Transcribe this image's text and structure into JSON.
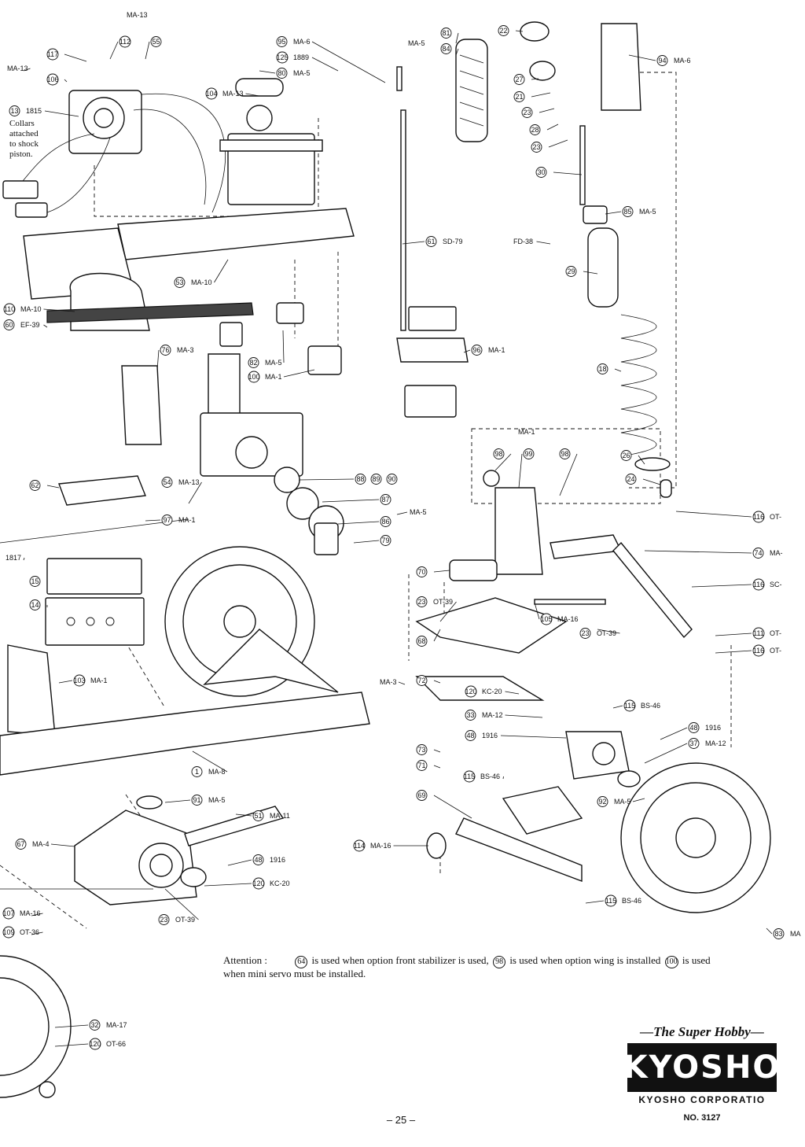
{
  "callouts": [
    {
      "id": "c-ma13-top",
      "num": "",
      "code": "MA-13"
    },
    {
      "id": "c-112",
      "num": "112",
      "code": ""
    },
    {
      "id": "c-55-top",
      "num": "55",
      "code": ""
    },
    {
      "id": "c-ma13-left",
      "num": "",
      "code": "MA-13"
    },
    {
      "id": "c-117",
      "num": "117",
      "code": ""
    },
    {
      "id": "c-106",
      "num": "106",
      "code": ""
    },
    {
      "id": "c-95",
      "num": "95",
      "code": "MA-6"
    },
    {
      "id": "c-125",
      "num": "125",
      "code": "1889"
    },
    {
      "id": "c-80",
      "num": "80",
      "code": "MA-5"
    },
    {
      "id": "c-104",
      "num": "104",
      "code": "MA-13"
    },
    {
      "id": "c-13",
      "num": "13",
      "code": "1815"
    },
    {
      "id": "c-ma5-shock",
      "num": "",
      "code": "MA-5"
    },
    {
      "id": "c-81",
      "num": "81",
      "code": ""
    },
    {
      "id": "c-84",
      "num": "84",
      "code": ""
    },
    {
      "id": "c-22",
      "num": "22",
      "code": ""
    },
    {
      "id": "c-94",
      "num": "94",
      "code": "MA-6"
    },
    {
      "id": "c-27",
      "num": "27",
      "code": ""
    },
    {
      "id": "c-21",
      "num": "21",
      "code": ""
    },
    {
      "id": "c-23a",
      "num": "23",
      "code": ""
    },
    {
      "id": "c-28",
      "num": "28",
      "code": ""
    },
    {
      "id": "c-23b",
      "num": "23",
      "code": ""
    },
    {
      "id": "c-30",
      "num": "30",
      "code": ""
    },
    {
      "id": "c-85",
      "num": "85",
      "code": "MA-5"
    },
    {
      "id": "c-61",
      "num": "61",
      "code": "SD-79"
    },
    {
      "id": "c-fd38",
      "num": "",
      "code": "FD-38"
    },
    {
      "id": "c-29",
      "num": "29",
      "code": ""
    },
    {
      "id": "c-53",
      "num": "53",
      "code": "MA-10"
    },
    {
      "id": "c-110",
      "num": "110",
      "code": "MA-10"
    },
    {
      "id": "c-60",
      "num": "60",
      "code": "EF-39"
    },
    {
      "id": "c-76",
      "num": "76",
      "code": "MA-3"
    },
    {
      "id": "c-82",
      "num": "82",
      "code": "MA-5"
    },
    {
      "id": "c-100",
      "num": "100",
      "code": "MA-1"
    },
    {
      "id": "c-96",
      "num": "96",
      "code": "MA-1"
    },
    {
      "id": "c-18",
      "num": "18",
      "code": ""
    },
    {
      "id": "c-ma1-top",
      "num": "",
      "code": "MA-1"
    },
    {
      "id": "c-98a",
      "num": "98",
      "code": ""
    },
    {
      "id": "c-99",
      "num": "99",
      "code": ""
    },
    {
      "id": "c-98b",
      "num": "98",
      "code": ""
    },
    {
      "id": "c-26",
      "num": "26",
      "code": ""
    },
    {
      "id": "c-24",
      "num": "24",
      "code": ""
    },
    {
      "id": "c-62",
      "num": "62",
      "code": ""
    },
    {
      "id": "c-54",
      "num": "54",
      "code": "MA-13"
    },
    {
      "id": "c-97",
      "num": "97",
      "code": "MA-1"
    },
    {
      "id": "c-888990",
      "num": "88 89 90",
      "code": ""
    },
    {
      "id": "c-87",
      "num": "87",
      "code": ""
    },
    {
      "id": "c-86",
      "num": "86",
      "code": ""
    },
    {
      "id": "c-79",
      "num": "79",
      "code": ""
    },
    {
      "id": "c-ma5-right",
      "num": "",
      "code": "MA-5"
    },
    {
      "id": "c-1817",
      "num": "",
      "code": "1817"
    },
    {
      "id": "c-15",
      "num": "15",
      "code": ""
    },
    {
      "id": "c-14",
      "num": "14",
      "code": ""
    },
    {
      "id": "c-116a",
      "num": "116",
      "code": "OT-"
    },
    {
      "id": "c-74",
      "num": "74",
      "code": "MA-"
    },
    {
      "id": "c-116b",
      "num": "116",
      "code": "SC-"
    },
    {
      "id": "c-111",
      "num": "111",
      "code": "OT-"
    },
    {
      "id": "c-116c",
      "num": "116",
      "code": "OT-"
    },
    {
      "id": "c-70",
      "num": "70",
      "code": ""
    },
    {
      "id": "c-23c",
      "num": "23",
      "code": "OT-39"
    },
    {
      "id": "c-105",
      "num": "105",
      "code": "MA-16"
    },
    {
      "id": "c-23d",
      "num": "23",
      "code": "OT-39"
    },
    {
      "id": "c-68",
      "num": "68",
      "code": ""
    },
    {
      "id": "c-ma3",
      "num": "",
      "code": "MA-3"
    },
    {
      "id": "c-72",
      "num": "72",
      "code": ""
    },
    {
      "id": "c-120a",
      "num": "120",
      "code": "KC-20"
    },
    {
      "id": "c-115a",
      "num": "115",
      "code": "BS-46"
    },
    {
      "id": "c-33",
      "num": "33",
      "code": "MA-12"
    },
    {
      "id": "c-48a",
      "num": "48",
      "code": "1916"
    },
    {
      "id": "c-48b",
      "num": "48",
      "code": "1916"
    },
    {
      "id": "c-37",
      "num": "37",
      "code": "MA-12"
    },
    {
      "id": "c-73",
      "num": "73",
      "code": ""
    },
    {
      "id": "c-71",
      "num": "71",
      "code": ""
    },
    {
      "id": "c-115b",
      "num": "115",
      "code": "BS-46"
    },
    {
      "id": "c-69",
      "num": "69",
      "code": ""
    },
    {
      "id": "c-92",
      "num": "92",
      "code": "MA-5"
    },
    {
      "id": "c-103",
      "num": "103",
      "code": "MA-1"
    },
    {
      "id": "c-1",
      "num": "1",
      "code": "MA-8"
    },
    {
      "id": "c-91",
      "num": "91",
      "code": "MA-5"
    },
    {
      "id": "c-51",
      "num": "51",
      "code": "MA-11"
    },
    {
      "id": "c-67",
      "num": "67",
      "code": "MA-4"
    },
    {
      "id": "c-48c",
      "num": "48",
      "code": "1916"
    },
    {
      "id": "c-120b",
      "num": "120",
      "code": "KC-20"
    },
    {
      "id": "c-114",
      "num": "114",
      "code": "MA-16"
    },
    {
      "id": "c-115c",
      "num": "115",
      "code": "BS-46"
    },
    {
      "id": "c-107",
      "num": "107",
      "code": "MA-16"
    },
    {
      "id": "c-109",
      "num": "109",
      "code": "OT-36"
    },
    {
      "id": "c-23e",
      "num": "23",
      "code": "OT-39"
    },
    {
      "id": "c-83",
      "num": "83",
      "code": "MA"
    },
    {
      "id": "c-32",
      "num": "32",
      "code": "MA-17"
    },
    {
      "id": "c-120c",
      "num": "120",
      "code": "OT-66"
    }
  ],
  "collar_note": [
    "Collars",
    "attached",
    "to shock",
    "piston."
  ],
  "attention": {
    "lead": "Attention :",
    "ref_a": "64",
    "text_a": "is used when option front stabilizer is used,",
    "ref_b": "98",
    "text_b": "is used when option wing is installed",
    "ref_c": "100",
    "text_c": "is used when mini servo must be installed."
  },
  "brand": {
    "tagline": "—The Super Hobby—",
    "logo": "KYOSHO",
    "corporation": "KYOSHO CORPORATIO",
    "catalog": "NO. 3127"
  },
  "page_number": "– 25 –"
}
